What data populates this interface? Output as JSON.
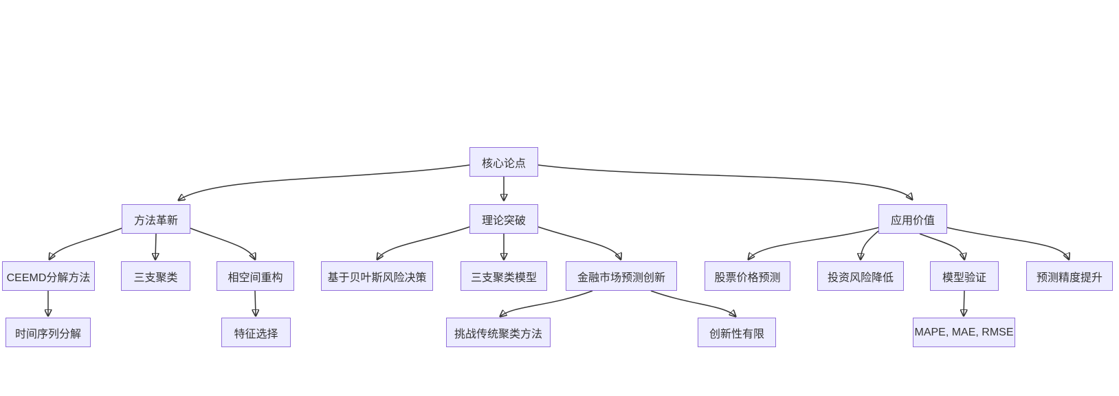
{
  "diagram": {
    "type": "flowchart-top-down",
    "background_color": "#ffffff",
    "node_fill_color": "#ECECFF",
    "node_border_color": "#9370DB",
    "edge_color": "#333333",
    "text_color": "#333333",
    "nodes": [
      {
        "id": "core-thesis",
        "level": 1,
        "label": "核心论点"
      },
      {
        "id": "method-innovation",
        "level": 2,
        "label": "方法革新"
      },
      {
        "id": "theory-breakthrough",
        "level": 2,
        "label": "理论突破"
      },
      {
        "id": "application-value",
        "level": 2,
        "label": "应用价值"
      },
      {
        "id": "ceemd-decomposition",
        "level": 3,
        "label": "CEEMD分解方法"
      },
      {
        "id": "three-way-clustering",
        "level": 3,
        "label": "三支聚类"
      },
      {
        "id": "phase-space-reconstruction",
        "level": 3,
        "label": "相空间重构"
      },
      {
        "id": "bayesian-risk-decision",
        "level": 3,
        "label": "基于贝叶斯风险决策"
      },
      {
        "id": "three-way-clustering-model",
        "level": 3,
        "label": "三支聚类模型"
      },
      {
        "id": "financial-market-prediction",
        "level": 3,
        "label": "金融市场预测创新"
      },
      {
        "id": "stock-price-prediction",
        "level": 3,
        "label": "股票价格预测"
      },
      {
        "id": "investment-risk-reduction",
        "level": 3,
        "label": "投资风险降低"
      },
      {
        "id": "model-validation",
        "level": 3,
        "label": "模型验证"
      },
      {
        "id": "prediction-accuracy",
        "level": 3,
        "label": "预测精度提升"
      },
      {
        "id": "time-series-decomposition",
        "level": 4,
        "label": "时间序列分解"
      },
      {
        "id": "feature-selection",
        "level": 4,
        "label": "特征选择"
      },
      {
        "id": "challenge-traditional-clustering",
        "level": 4,
        "label": "挑战传统聚类方法"
      },
      {
        "id": "limited-novelty",
        "level": 4,
        "label": "创新性有限"
      },
      {
        "id": "evaluation-metrics",
        "level": 4,
        "label": "MAPE, MAE, RMSE"
      }
    ],
    "edges": [
      {
        "from": "core-thesis",
        "to": "method-innovation"
      },
      {
        "from": "core-thesis",
        "to": "theory-breakthrough"
      },
      {
        "from": "core-thesis",
        "to": "application-value"
      },
      {
        "from": "method-innovation",
        "to": "ceemd-decomposition"
      },
      {
        "from": "method-innovation",
        "to": "three-way-clustering"
      },
      {
        "from": "method-innovation",
        "to": "phase-space-reconstruction"
      },
      {
        "from": "theory-breakthrough",
        "to": "bayesian-risk-decision"
      },
      {
        "from": "theory-breakthrough",
        "to": "three-way-clustering-model"
      },
      {
        "from": "theory-breakthrough",
        "to": "financial-market-prediction"
      },
      {
        "from": "application-value",
        "to": "stock-price-prediction"
      },
      {
        "from": "application-value",
        "to": "investment-risk-reduction"
      },
      {
        "from": "application-value",
        "to": "model-validation"
      },
      {
        "from": "application-value",
        "to": "prediction-accuracy"
      },
      {
        "from": "ceemd-decomposition",
        "to": "time-series-decomposition"
      },
      {
        "from": "phase-space-reconstruction",
        "to": "feature-selection"
      },
      {
        "from": "financial-market-prediction",
        "to": "challenge-traditional-clustering"
      },
      {
        "from": "financial-market-prediction",
        "to": "limited-novelty"
      },
      {
        "from": "model-validation",
        "to": "evaluation-metrics"
      }
    ]
  }
}
